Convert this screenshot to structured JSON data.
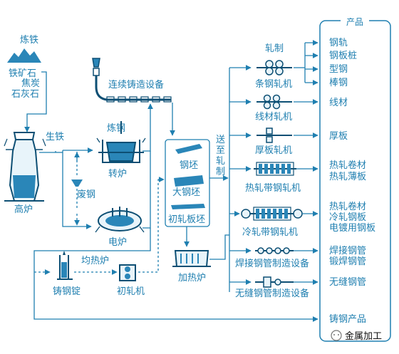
{
  "products_title": "产品",
  "raw": {
    "title": "炼铁",
    "items": [
      "铁矿石",
      "焦炭",
      "石灰石"
    ]
  },
  "blast_furnace": {
    "label": "高炉",
    "pig_iron": "生铁"
  },
  "steelmaking": {
    "title": "炼钢",
    "converter": "转炉",
    "scrap": "废钢",
    "electric_furnace": "电炉"
  },
  "continuous_casting": "连续铸造设备",
  "semis": {
    "items": [
      "钢坯",
      "大钢坯",
      "初轧板坯"
    ]
  },
  "send_to_mill": [
    "送",
    "至",
    "轧",
    "制"
  ],
  "rolling_label": "轧制",
  "mills": [
    {
      "label": "条钢轧机"
    },
    {
      "label": "线材轧机"
    },
    {
      "label": "厚板轧机"
    },
    {
      "label": "热轧带钢轧机"
    },
    {
      "label": "冷轧带钢轧机"
    },
    {
      "label": "焊接钢管制造设备"
    },
    {
      "label": "无缝钢管制造设备"
    }
  ],
  "products": {
    "bar": [
      "钢轨",
      "钢板桩",
      "型钢",
      "棒钢"
    ],
    "wire": "线材",
    "plate": "厚板",
    "hot": [
      "热轧卷材",
      "热轧薄板"
    ],
    "cold": [
      "热轧卷材",
      "冷轧钢板",
      "电镀用钢板"
    ],
    "welded": [
      "焊接钢管",
      "锻焊钢管"
    ],
    "seamless": "无缝钢管",
    "cast": "铸钢产品"
  },
  "ingot_route": {
    "soaking_pit": "均热炉",
    "ingot": "铸钢锭",
    "primary_mill": "初轧机",
    "reheating": "加热炉"
  },
  "watermark": "金属加工",
  "colors": {
    "line": "#1f7fb0",
    "dark": "#0d4f74",
    "fill": "#d8eef8",
    "text": "#1f7fb0"
  }
}
